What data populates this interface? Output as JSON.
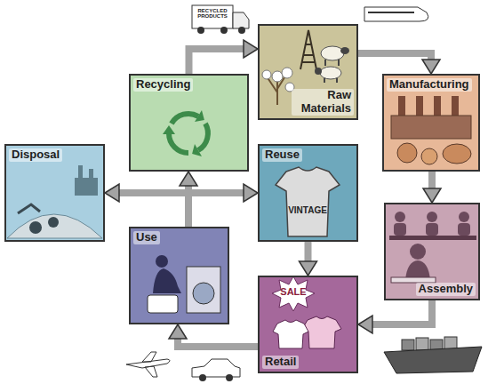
{
  "diagram": {
    "nodes": [
      {
        "text": [
          "Recycling"
        ]
      },
      {
        "text": [
          "Raw Materials"
        ]
      },
      {
        "text": [
          "Manufacturing"
        ]
      },
      {
        "text": [
          "Assembly"
        ]
      },
      {
        "text": [
          "Retail"
        ]
      },
      {
        "text": [
          "Use"
        ]
      },
      {
        "text": [
          "Reuse"
        ]
      },
      {
        "text": [
          "Disposal"
        ]
      }
    ],
    "edges": [
      {
        "from": 0,
        "to": 1,
        "arrow": "to"
      },
      {
        "from": 1,
        "to": 2,
        "arrow": "to"
      },
      {
        "from": 2,
        "to": 3,
        "arrow": "to"
      },
      {
        "from": 3,
        "to": 4,
        "arrow": "to"
      },
      {
        "from": 4,
        "to": 5,
        "arrow": "to"
      },
      {
        "from": 5,
        "to": 0,
        "arrow": "to"
      },
      {
        "from": 5,
        "to": 7,
        "arrow": "to"
      },
      {
        "from": 5,
        "to": 6,
        "arrow": "to"
      },
      {
        "from": 6,
        "to": 4,
        "arrow": "to"
      }
    ],
    "labels": [
      "RECYCLED PRODUCTS",
      "VINTAGE",
      "SALE"
    ]
  }
}
